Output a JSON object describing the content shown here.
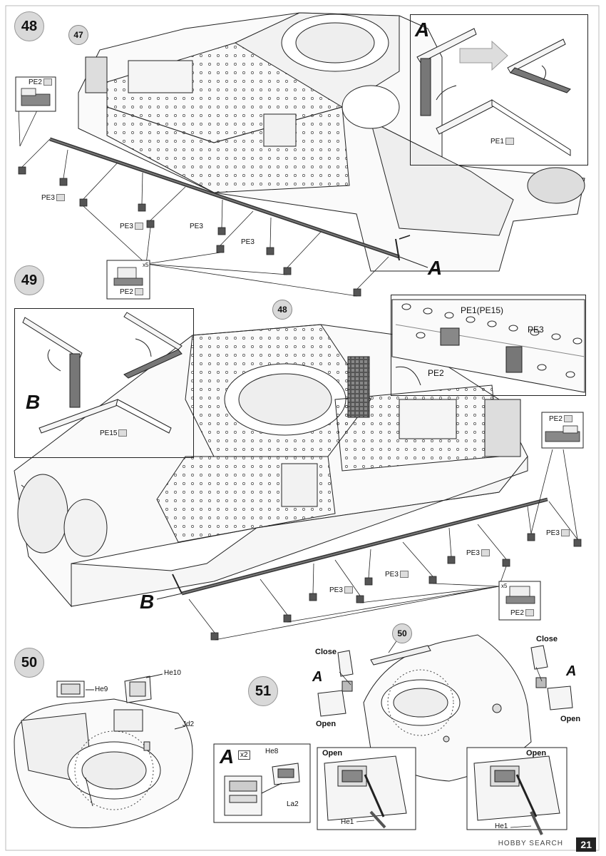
{
  "steps": {
    "s48": "48",
    "s49": "49",
    "s50": "50",
    "s51": "51"
  },
  "callouts": {
    "c47": "47",
    "c48": "48",
    "c50": "50"
  },
  "step48": {
    "pe2_top": "PE2",
    "pe3_a": "PE3",
    "pe3_b": "PE3",
    "pe3_c": "PE3",
    "pe3_d": "PE3",
    "pe2_bottom": "PE2",
    "qty": "x5",
    "label_A": "A",
    "inset": {
      "letter": "A",
      "pe1": "PE1"
    }
  },
  "step49": {
    "inset_left": {
      "letter": "B",
      "pe15": "PE15"
    },
    "inset_right": {
      "pe1": "PE1(PE15)",
      "pe3": "PE3",
      "pe2": "PE2"
    },
    "pe2_right": "PE2",
    "pe3_a": "PE3",
    "pe3_b": "PE3",
    "pe3_c": "PE3",
    "pe3_d": "PE3",
    "pe2_bottom": "PE2",
    "qty": "x5",
    "label_B": "B"
  },
  "step50": {
    "he9": "He9",
    "he10": "He10",
    "jd2": "Jd2"
  },
  "step51": {
    "inset": {
      "letter": "A",
      "qty": "x2",
      "he8": "He8",
      "la2": "La2"
    },
    "close_left": "Close",
    "open_left": "Open",
    "close_right": "Close",
    "open_right": "Open",
    "A_left": "A",
    "A_right": "A",
    "detail_open_left": "Open",
    "detail_open_right": "Open",
    "he1_left": "He1",
    "he1_right": "He1"
  },
  "footer": {
    "watermark": "HOBBY SEARCH",
    "page_number": "21"
  }
}
